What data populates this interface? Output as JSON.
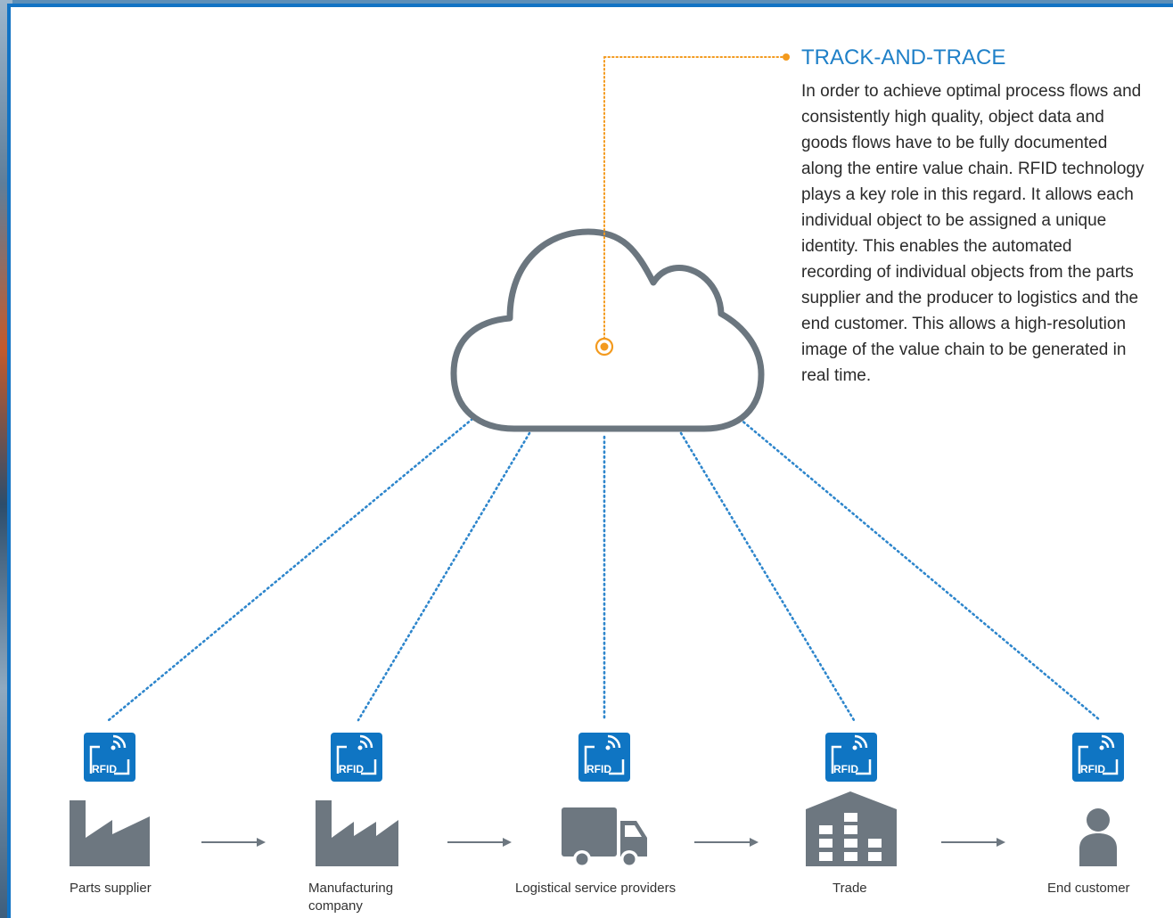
{
  "section": {
    "title": "TRACK-AND-TRACE",
    "body": "In order to achieve optimal process flows and consistently high quality, object data and goods flows have to be fully documented along the entire value chain. RFID technology plays a key role in this regard. It allows each individual object to be assigned a unique identity. This enables the automated recording of individual objects from the parts supplier and the producer to logistics and the end customer. This allows a high-resolution image of the value chain to be generated in real time."
  },
  "rfid_tag_text": "RFID",
  "chain": [
    {
      "label": "Parts supplier",
      "icon": "factory-icon"
    },
    {
      "label": "Manufacturing company",
      "icon": "factory-icon"
    },
    {
      "label": "Logistical service providers",
      "icon": "truck-icon"
    },
    {
      "label": "Trade",
      "icon": "warehouse-icon"
    },
    {
      "label": "End customer",
      "icon": "person-icon"
    }
  ],
  "colors": {
    "accent_blue": "#1f80c8",
    "rfid_blue": "#0f75c3",
    "orange": "#f39a1e",
    "gray_icon": "#6d7780",
    "frame_blue": "#1273c4"
  }
}
